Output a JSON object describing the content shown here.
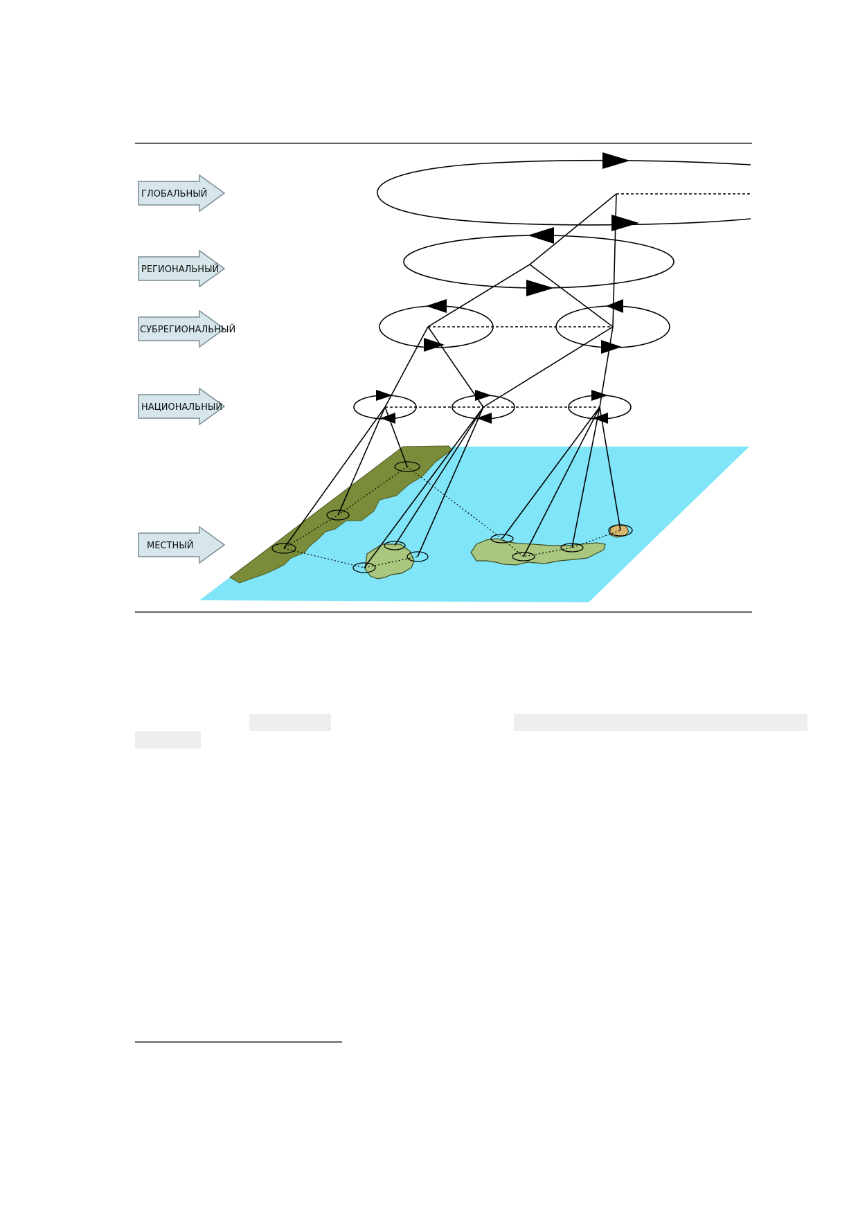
{
  "figure": {
    "levels": [
      {
        "key": "global",
        "label": "ГЛОБАЛЬНЫЙ"
      },
      {
        "key": "regional",
        "label": "РЕГИОНАЛЬНЫЙ"
      },
      {
        "key": "subregional",
        "label": "СУБРЕГИОНАЛЬНЫЙ"
      },
      {
        "key": "national",
        "label": "НАЦИОНАЛЬНЫЙ"
      },
      {
        "key": "local",
        "label": "МЕСТНЫЙ"
      }
    ],
    "colors": {
      "sea": "#80E5F8",
      "coast": "#7A8C3A",
      "island": "#A9C77E",
      "small_island": "#D8B870",
      "arrow_fill": "#D6E6EA",
      "arrow_stroke": "#7A8C96",
      "line": "#000000",
      "redaction": "#EEEEEE"
    }
  }
}
